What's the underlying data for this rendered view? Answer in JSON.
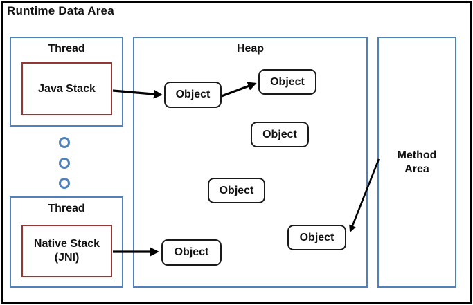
{
  "title": "Runtime Data Area",
  "colors": {
    "frame_border": "#000000",
    "region_border": "#4f81bd",
    "stack_border": "#953735",
    "object_border": "#1a1a1a",
    "arrow": "#000000",
    "dot": "#4f81bd"
  },
  "thread_top": {
    "label": "Thread",
    "stack_label": "Java Stack"
  },
  "thread_bottom": {
    "label": "Thread",
    "stack_label_line1": "Native Stack",
    "stack_label_line2": "(JNI)"
  },
  "heap": {
    "label": "Heap",
    "objects": [
      "Object",
      "Object",
      "Object",
      "Object",
      "Object",
      "Object"
    ]
  },
  "method_area": {
    "label_line1": "Method",
    "label_line2": "Area"
  }
}
